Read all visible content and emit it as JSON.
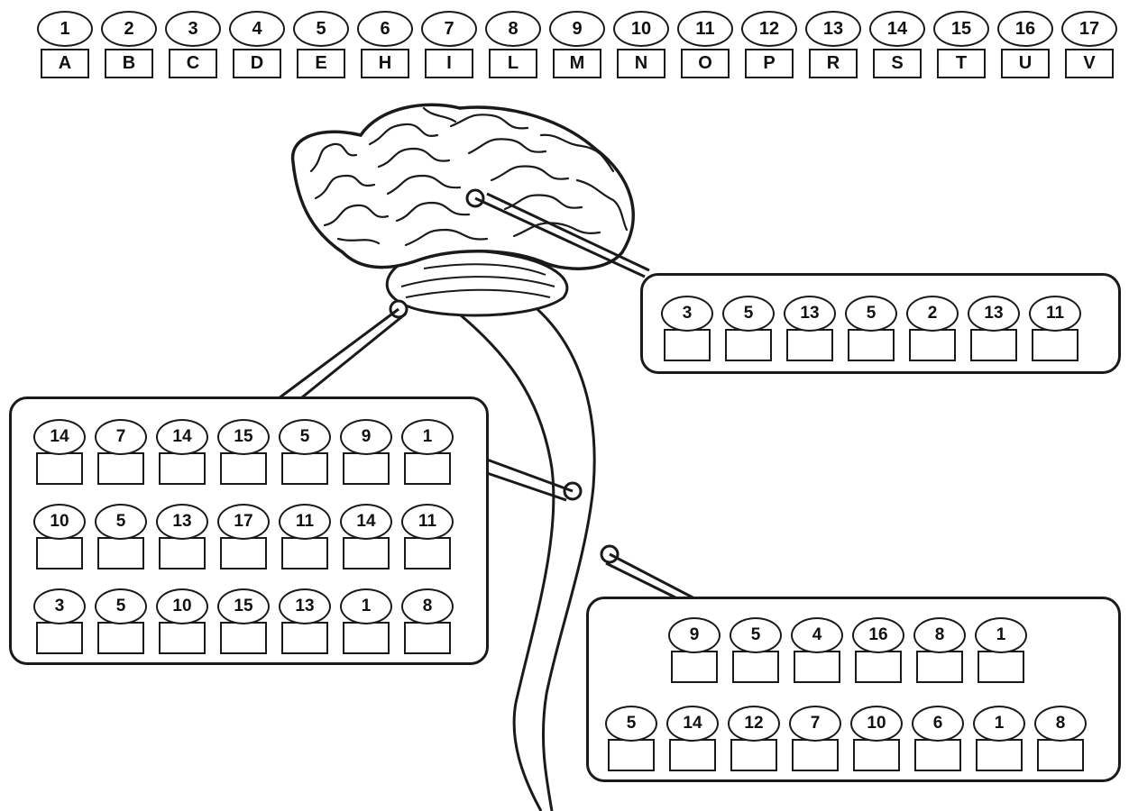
{
  "cipher_key": [
    {
      "number": "1",
      "letter": "A"
    },
    {
      "number": "2",
      "letter": "B"
    },
    {
      "number": "3",
      "letter": "C"
    },
    {
      "number": "4",
      "letter": "D"
    },
    {
      "number": "5",
      "letter": "E"
    },
    {
      "number": "6",
      "letter": "H"
    },
    {
      "number": "7",
      "letter": "I"
    },
    {
      "number": "8",
      "letter": "L"
    },
    {
      "number": "9",
      "letter": "M"
    },
    {
      "number": "10",
      "letter": "N"
    },
    {
      "number": "11",
      "letter": "O"
    },
    {
      "number": "12",
      "letter": "P"
    },
    {
      "number": "13",
      "letter": "R"
    },
    {
      "number": "14",
      "letter": "S"
    },
    {
      "number": "15",
      "letter": "T"
    },
    {
      "number": "16",
      "letter": "U"
    },
    {
      "number": "17",
      "letter": "V"
    }
  ],
  "puzzles": {
    "brain": [
      [
        "3",
        "5",
        "13",
        "5",
        "2",
        "13",
        "11"
      ]
    ],
    "left": [
      [
        "14",
        "7",
        "14",
        "15",
        "5",
        "9",
        "1"
      ],
      [
        "10",
        "5",
        "13",
        "17",
        "11",
        "14",
        "11"
      ],
      [
        "3",
        "5",
        "10",
        "15",
        "13",
        "1",
        "8"
      ]
    ],
    "spine": [
      [
        "9",
        "5",
        "4",
        "16",
        "8",
        "1"
      ],
      [
        "5",
        "14",
        "12",
        "7",
        "10",
        "6",
        "1",
        "8"
      ]
    ]
  }
}
